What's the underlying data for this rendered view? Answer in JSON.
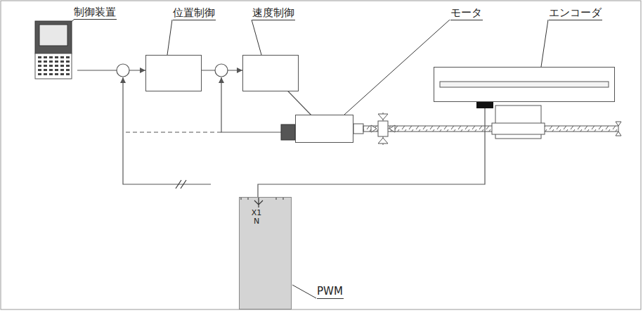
{
  "diagram": {
    "nodes": [
      {
        "text": [
          "制御装置"
        ]
      },
      {
        "text": [
          "位置制御"
        ]
      },
      {
        "text": [
          "速度制御"
        ]
      },
      {
        "text": [
          "モータ"
        ]
      },
      {
        "text": [
          "エンコーダ"
        ]
      },
      {
        "text": [
          "X1 N",
          "PWM"
        ]
      }
    ],
    "edges": [
      {
        "from": 0,
        "to": 1,
        "arrow": "to"
      },
      {
        "from": 1,
        "to": 2,
        "arrow": "to"
      },
      {
        "from": 2,
        "to": 3,
        "arrow": "to"
      },
      {
        "from": 4,
        "to": 5,
        "arrow": "none"
      }
    ]
  }
}
